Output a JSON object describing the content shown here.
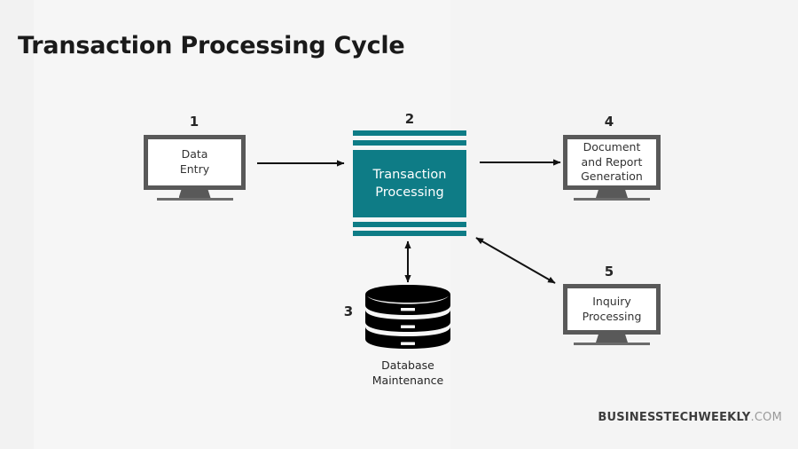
{
  "page": {
    "title": "Transaction Processing Cycle",
    "background_color": "#f5f5f5",
    "accent_color": "#0e7c86",
    "outline_color": "#595959",
    "text_color": "#333333"
  },
  "nodes": {
    "data_entry": {
      "number": "1",
      "label": "Data\nEntry",
      "type": "monitor"
    },
    "transaction_processing": {
      "number": "2",
      "label": "Transaction\nProcessing",
      "type": "server-stack",
      "color": "#0e7c86"
    },
    "database_maintenance": {
      "number": "3",
      "label": "Database\nMaintenance",
      "type": "database-cylinder",
      "color": "#000000"
    },
    "document_report": {
      "number": "4",
      "label": "Document\nand Report\nGeneration",
      "type": "monitor"
    },
    "inquiry_processing": {
      "number": "5",
      "label": "Inquiry\nProcessing",
      "type": "monitor"
    }
  },
  "connectors": [
    {
      "name": "data-entry-to-processing",
      "from": "data_entry",
      "to": "transaction_processing",
      "style": "single-arrow",
      "direction": "right"
    },
    {
      "name": "processing-to-document-report",
      "from": "transaction_processing",
      "to": "document_report",
      "style": "single-arrow",
      "direction": "right"
    },
    {
      "name": "processing-to-database",
      "from": "transaction_processing",
      "to": "database_maintenance",
      "style": "double-arrow",
      "direction": "vertical"
    },
    {
      "name": "processing-to-inquiry",
      "from": "transaction_processing",
      "to": "inquiry_processing",
      "style": "double-arrow",
      "direction": "diagonal"
    }
  ],
  "footer": {
    "brand": "BUSINESSTECHWEEKLY",
    "tld": ".COM"
  }
}
